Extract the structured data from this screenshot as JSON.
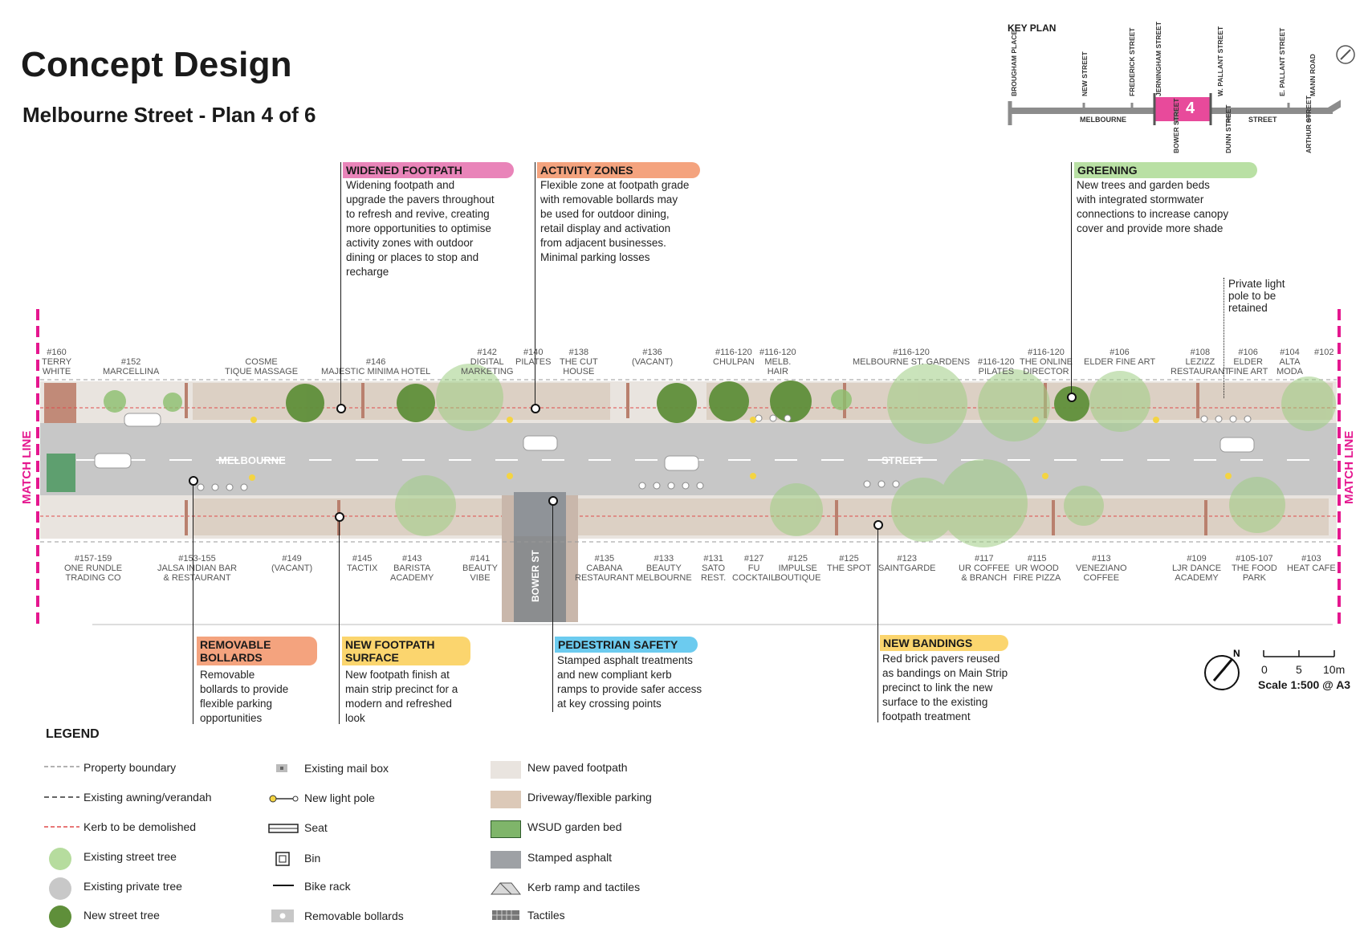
{
  "title": "Concept Design",
  "subtitle": "Melbourne Street - Plan 4 of 6",
  "key_plan": {
    "heading": "KEY PLAN",
    "plan_number": "4",
    "street_labels": [
      "MELBOURNE",
      "STREET"
    ],
    "top_streets": [
      "BROUGHAM PLACE",
      "NEW STREET",
      "FREDERICK STREET",
      "JERNINGHAM STREET",
      "W. PALLANT STREET",
      "E. PALLANT STREET",
      "MANN ROAD"
    ],
    "bottom_streets": [
      "BOWER STREET",
      "DUNN STREET",
      "ARTHUR STREET"
    ]
  },
  "callouts_top": [
    {
      "title": "WIDENED FOOTPATH",
      "color": "#e984b9",
      "text": "Widening footpath and\nupgrade the pavers throughout\nto refresh and revive, creating\nmore opportunities to optimise\nactivity zones with outdoor\ndining or places to stop and\nrecharge"
    },
    {
      "title": "ACTIVITY ZONES",
      "color": "#f4a37e",
      "text": "Flexible zone at footpath grade\nwith removable bollards may\nbe used for outdoor dining,\nretail display and activation\nfrom adjacent businesses.\nMinimal parking losses"
    },
    {
      "title": "GREENING",
      "color": "#b9e0a4",
      "text": "New trees and garden beds\nwith integrated stormwater\nconnections to increase canopy\ncover and provide more shade"
    }
  ],
  "callouts_bottom": [
    {
      "title": "REMOVABLE\nBOLLARDS",
      "color": "#f4a37e",
      "text": "Removable\nbollards to provide\nflexible parking\nopportunities"
    },
    {
      "title": "NEW FOOTPATH\nSURFACE",
      "color": "#fbd56e",
      "text": "New footpath finish at\nmain strip precinct for a\nmodern and refreshed\nlook"
    },
    {
      "title": "PEDESTRIAN SAFETY",
      "color": "#6ccbef",
      "text": "Stamped asphalt treatments\nand new compliant kerb\nramps to provide safer access\nat key crossing points"
    },
    {
      "title": "NEW BANDINGS",
      "color": "#fbd56e",
      "text": "Red brick pavers reused\nas bandings on Main Strip\nprecinct to link the new\nsurface to the existing\nfootpath treatment"
    }
  ],
  "private_light_pole_note": "Private light\npole to be\nretained",
  "match_line": "MATCH LINE",
  "street_names": {
    "left": "MELBOURNE",
    "right": "STREET",
    "side": "BOWER ST"
  },
  "properties_north": [
    "#160\nTERRY\nWHITE",
    "#152\nMARCELLINA",
    "COSME\nTIQUE MASSAGE",
    "#146\nMAJESTIC MINIMA HOTEL",
    "#142\nDIGITAL\nMARKETING",
    "#140\nPILATES",
    "#138\nTHE CUT\nHOUSE",
    "#136\n(VACANT)",
    "#116-120\nCHULPAN",
    "#116-120\nMELB.\nHAIR",
    "#116-120\nMELBOURNE ST. GARDENS",
    "#116-120\nPILATES",
    "#116-120\nTHE ONLINE\nDIRECTOR",
    "#106\nELDER FINE ART",
    "#108\nLEZIZZ\nRESTAURANT",
    "#106\nELDER\nFINE ART",
    "#104\nALTA\nMODA",
    "#102"
  ],
  "properties_south": [
    "#157-159\nONE RUNDLE\nTRADING CO",
    "#153-155\nJALSA INDIAN BAR\n& RESTAURANT",
    "#149\n(VACANT)",
    "#145\nTACTIX",
    "#143\nBARISTA\nACADEMY",
    "#141\nBEAUTY\nVIBE",
    "#135\nCABANA\nRESTAURANT",
    "#133\nBEAUTY\nMELBOURNE",
    "#131\nSATO\nREST.",
    "#127\nFU\nCOCKTAIL",
    "#125\nIMPULSE\nBOUTIQUE",
    "#125\nTHE SPOT",
    "#123\nSAINTGARDE",
    "#117\nUR COFFEE\n& BRANCH",
    "#115\nUR WOOD\nFIRE PIZZA",
    "#113\nVENEZIANO\nCOFFEE",
    "#109\nLJR DANCE\nACADEMY",
    "#105-107\nTHE FOOD\nPARK",
    "#103\nHEAT CAFE"
  ],
  "scale": {
    "ticks": [
      "0",
      "5",
      "10m"
    ],
    "label": "Scale 1:500 @ A3"
  },
  "legend": {
    "title": "LEGEND",
    "col1": [
      "Property boundary",
      "Existing awning/verandah",
      "Kerb to be demolished",
      "Existing street tree",
      "Existing private tree",
      "New street tree"
    ],
    "col2": [
      "Existing mail box",
      "New light pole",
      "Seat",
      "Bin",
      "Bike rack",
      "Removable bollards"
    ],
    "col3": [
      "New paved footpath",
      "Driveway/flexible parking",
      "WSUD garden bed",
      "Stamped asphalt",
      "Kerb ramp and tactiles",
      "Tactiles"
    ]
  },
  "colors": {
    "road": "#c9c9c9",
    "footpath": "#e9e4df",
    "paving": "#d9cbbf",
    "match": "#e5178f",
    "brick": "#b9806e"
  }
}
